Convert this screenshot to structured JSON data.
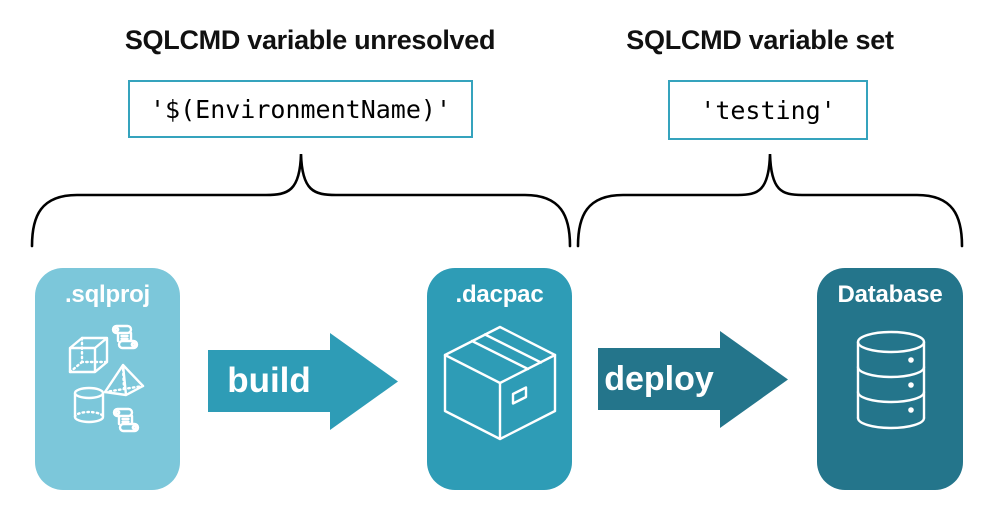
{
  "annotations": {
    "left": {
      "heading": "SQLCMD variable unresolved",
      "code": "'$(EnvironmentName)'"
    },
    "right": {
      "heading": "SQLCMD variable set",
      "code": "'testing'"
    }
  },
  "pipeline": {
    "nodes": [
      {
        "label": ".sqlproj",
        "color": "#7cc7da",
        "icon": "sql-project-objects-icon"
      },
      {
        "label": ".dacpac",
        "color": "#2e9cb6",
        "icon": "package-box-icon"
      },
      {
        "label": "Database",
        "color": "#24758b",
        "icon": "database-cylinder-icon"
      }
    ],
    "arrows": [
      {
        "label": "build",
        "color": "#2e9cb6"
      },
      {
        "label": "deploy",
        "color": "#24758b"
      }
    ]
  },
  "colors": {
    "background": "#ffffff",
    "code_box_border": "#35a3bd",
    "brace_stroke": "#000000",
    "heading_text": "#111111",
    "code_text": "#000000",
    "icon_stroke": "#ffffff"
  }
}
